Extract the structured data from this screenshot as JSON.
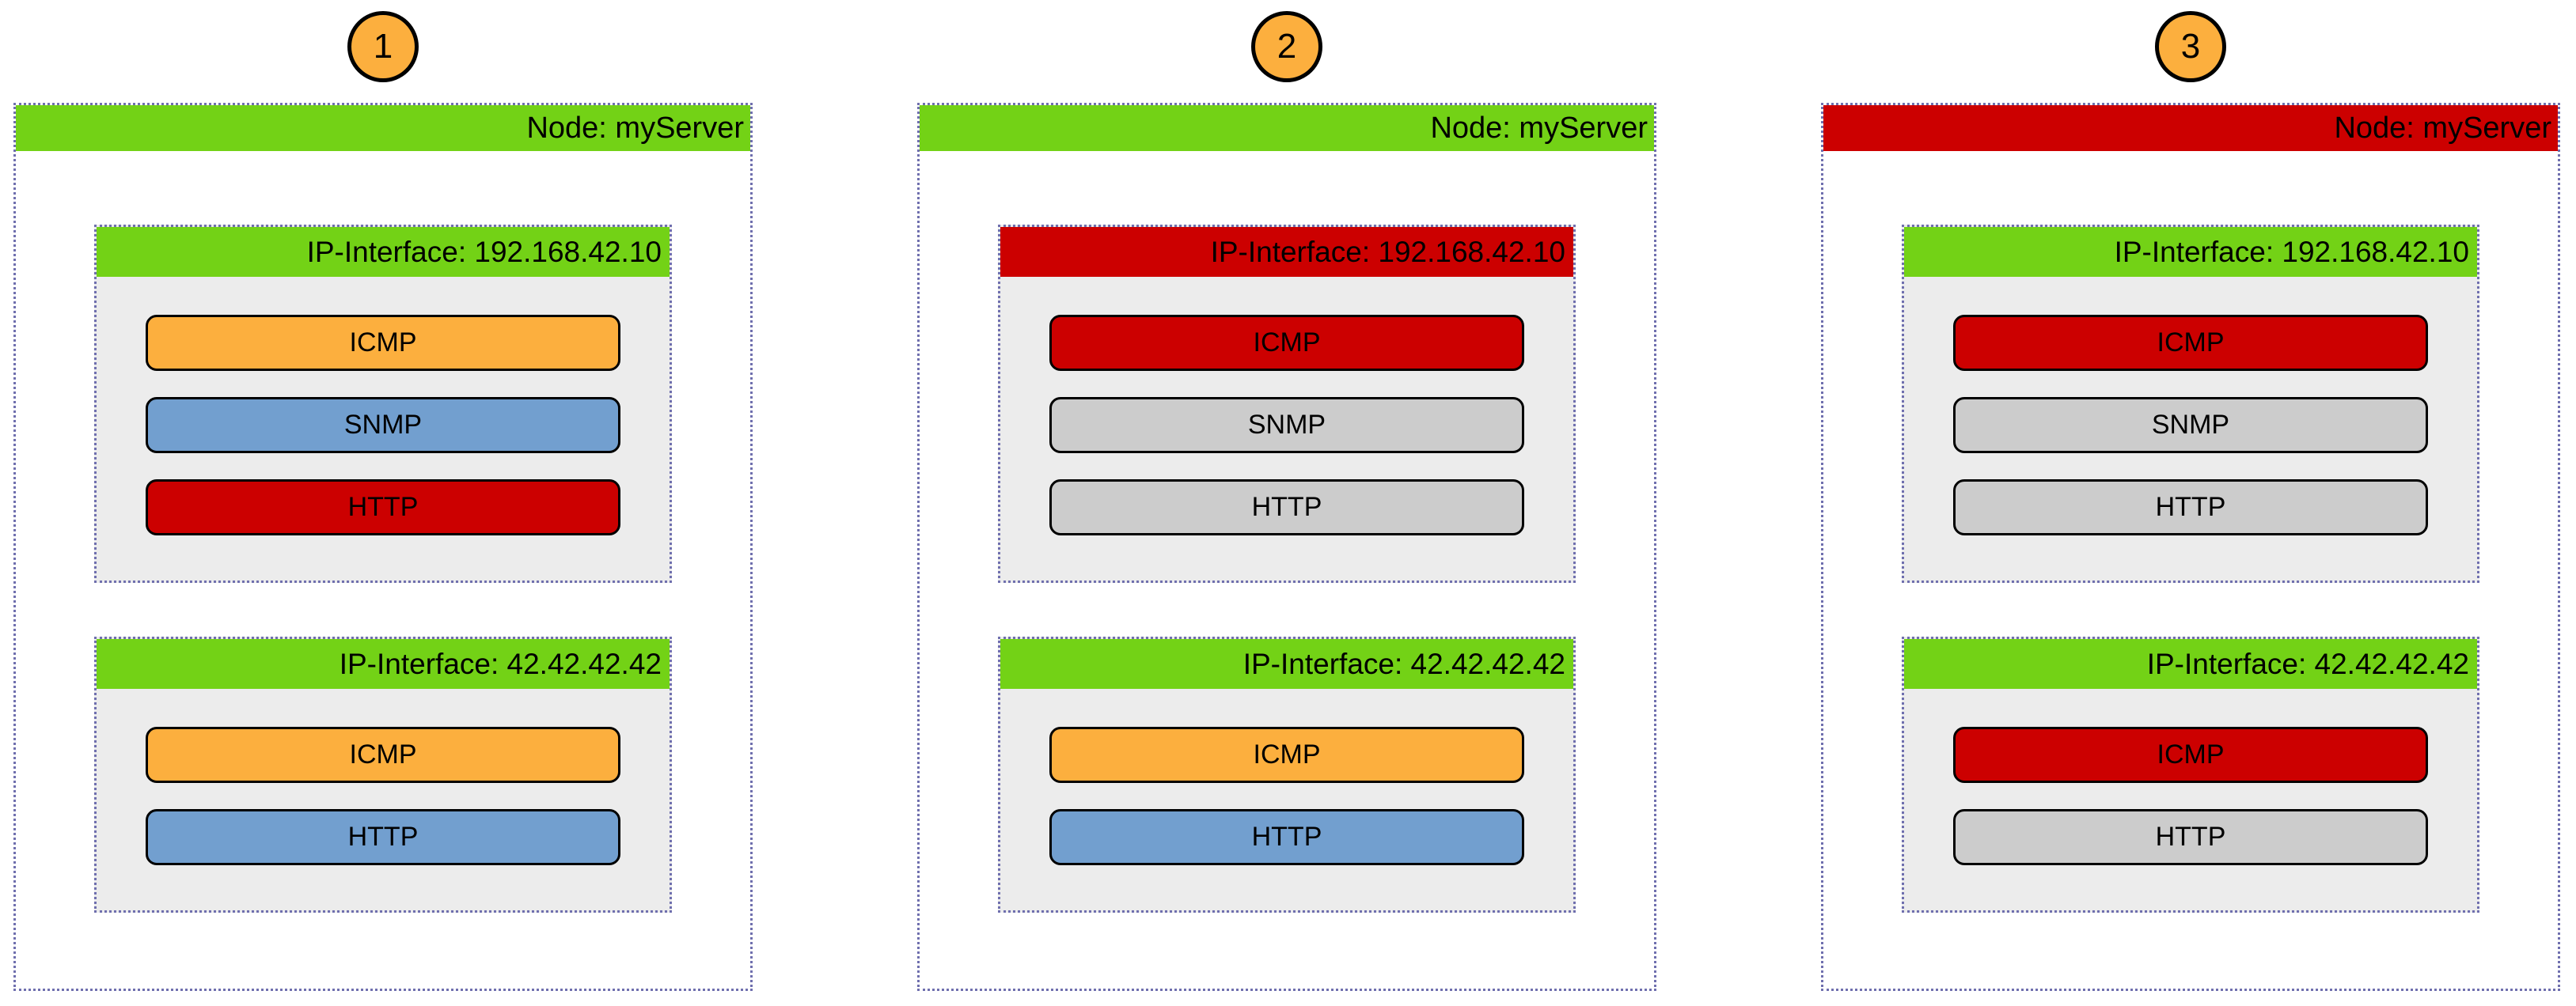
{
  "status_colors": {
    "green": "#73d216",
    "red": "#cc0000",
    "orange": "#fcaf3e",
    "blue": "#729fcf",
    "gray": "#cccccc"
  },
  "badge_fill": "#fcaf3e",
  "diagrams": [
    {
      "badge": "1",
      "node": {
        "label": "Node: myServer",
        "status": "green",
        "interfaces": [
          {
            "label": "IP-Interface: 192.168.42.10",
            "status": "green",
            "services": [
              {
                "label": "ICMP",
                "status": "orange"
              },
              {
                "label": "SNMP",
                "status": "blue"
              },
              {
                "label": "HTTP",
                "status": "red"
              }
            ]
          },
          {
            "label": "IP-Interface: 42.42.42.42",
            "status": "green",
            "services": [
              {
                "label": "ICMP",
                "status": "orange"
              },
              {
                "label": "HTTP",
                "status": "blue"
              }
            ]
          }
        ]
      }
    },
    {
      "badge": "2",
      "node": {
        "label": "Node: myServer",
        "status": "green",
        "interfaces": [
          {
            "label": "IP-Interface: 192.168.42.10",
            "status": "red",
            "services": [
              {
                "label": "ICMP",
                "status": "red"
              },
              {
                "label": "SNMP",
                "status": "gray"
              },
              {
                "label": "HTTP",
                "status": "gray"
              }
            ]
          },
          {
            "label": "IP-Interface: 42.42.42.42",
            "status": "green",
            "services": [
              {
                "label": "ICMP",
                "status": "orange"
              },
              {
                "label": "HTTP",
                "status": "blue"
              }
            ]
          }
        ]
      }
    },
    {
      "badge": "3",
      "node": {
        "label": "Node: myServer",
        "status": "red",
        "interfaces": [
          {
            "label": "IP-Interface: 192.168.42.10",
            "status": "green",
            "services": [
              {
                "label": "ICMP",
                "status": "red"
              },
              {
                "label": "SNMP",
                "status": "gray"
              },
              {
                "label": "HTTP",
                "status": "gray"
              }
            ]
          },
          {
            "label": "IP-Interface: 42.42.42.42",
            "status": "green",
            "services": [
              {
                "label": "ICMP",
                "status": "red"
              },
              {
                "label": "HTTP",
                "status": "gray"
              }
            ]
          }
        ]
      }
    }
  ]
}
